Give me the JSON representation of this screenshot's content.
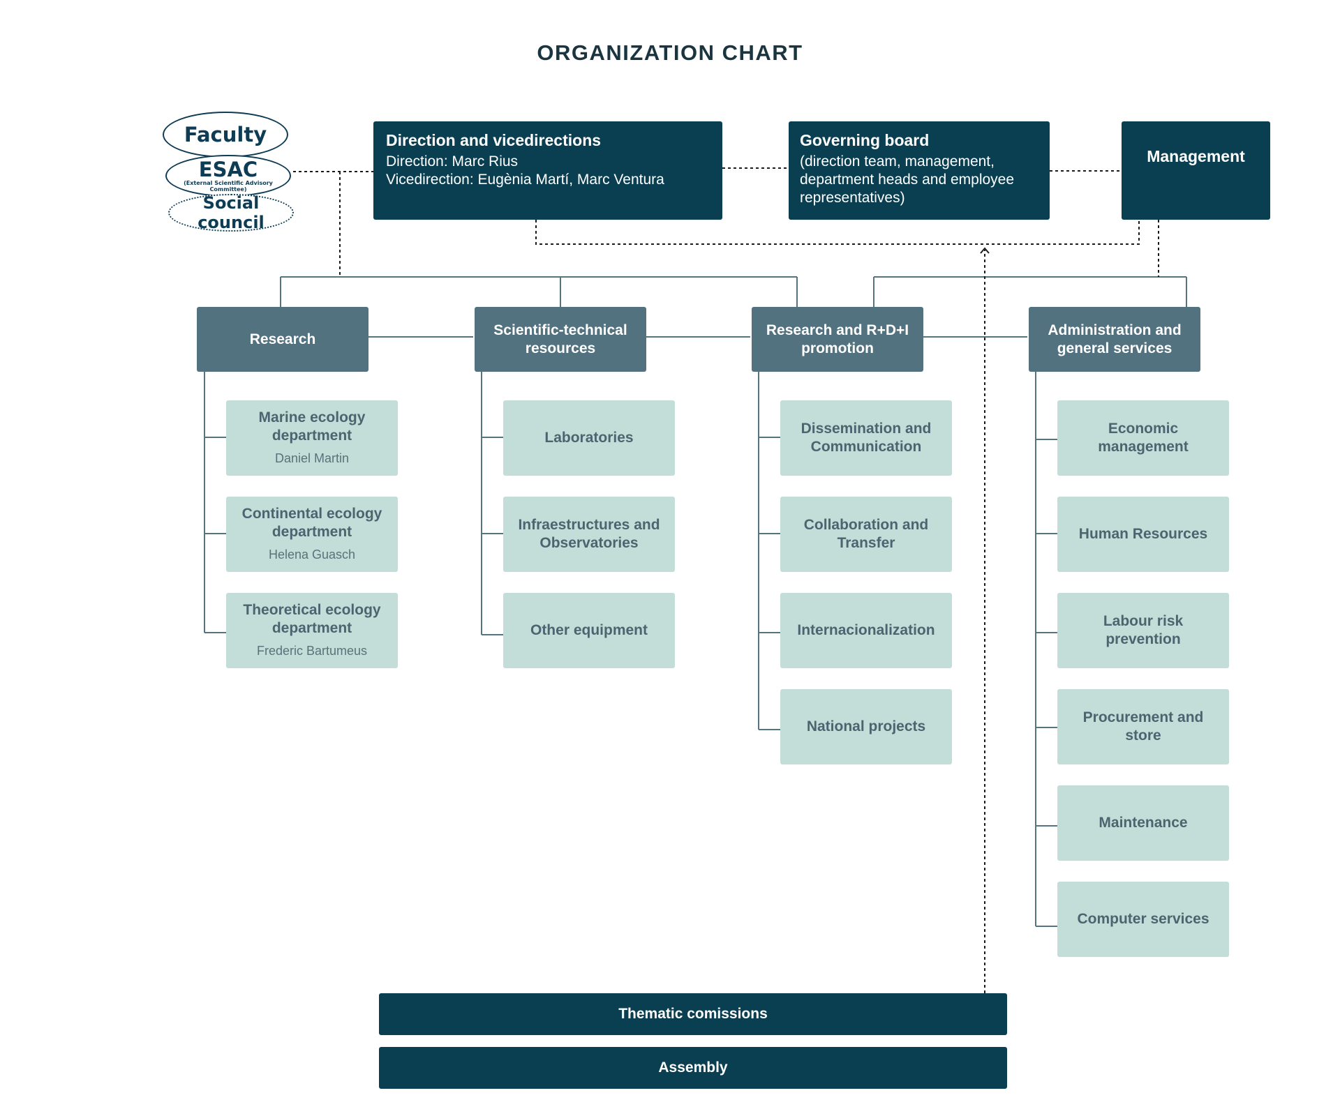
{
  "title": "ORGANIZATION CHART",
  "external_bodies": {
    "faculty": "Faculty",
    "esac": "ESAC",
    "esac_sub": "(External Scientific Advisory Committee)",
    "social_council": "Social council"
  },
  "top": {
    "direction": {
      "title": "Direction and vicedirections",
      "line1": "Direction: Marc Rius",
      "line2": "Vicedirection: Eugènia Martí, Marc Ventura"
    },
    "governing_board": {
      "title": "Governing board",
      "body": "(direction team, management, department heads and employee representatives)"
    },
    "management": {
      "title": "Management"
    }
  },
  "areas": [
    {
      "label": "Research",
      "units": [
        {
          "label": "Marine ecology department",
          "person": "Daniel Martin"
        },
        {
          "label": "Continental ecology department",
          "person": "Helena Guasch"
        },
        {
          "label": "Theoretical ecology department",
          "person": "Frederic Bartumeus"
        }
      ]
    },
    {
      "label": "Scientific-technical resources",
      "units": [
        {
          "label": "Laboratories"
        },
        {
          "label": "Infraestructures and Observatories"
        },
        {
          "label": "Other equipment"
        }
      ]
    },
    {
      "label": "Research and R+D+I promotion",
      "units": [
        {
          "label": "Dissemination and Communication"
        },
        {
          "label": "Collaboration and Transfer"
        },
        {
          "label": "Internacionalization"
        },
        {
          "label": "National projects"
        }
      ]
    },
    {
      "label": "Administration and general services",
      "units": [
        {
          "label": "Economic management"
        },
        {
          "label": "Human Resources"
        },
        {
          "label": "Labour risk prevention"
        },
        {
          "label": "Procurement and store"
        },
        {
          "label": "Maintenance"
        },
        {
          "label": "Computer services"
        }
      ]
    }
  ],
  "bottom": {
    "thematic": "Thematic comissions",
    "assembly": "Assembly"
  },
  "colors": {
    "dark": "#0a3f52",
    "mid": "#537280",
    "light": "#c3ddd8",
    "line": "#547480"
  }
}
